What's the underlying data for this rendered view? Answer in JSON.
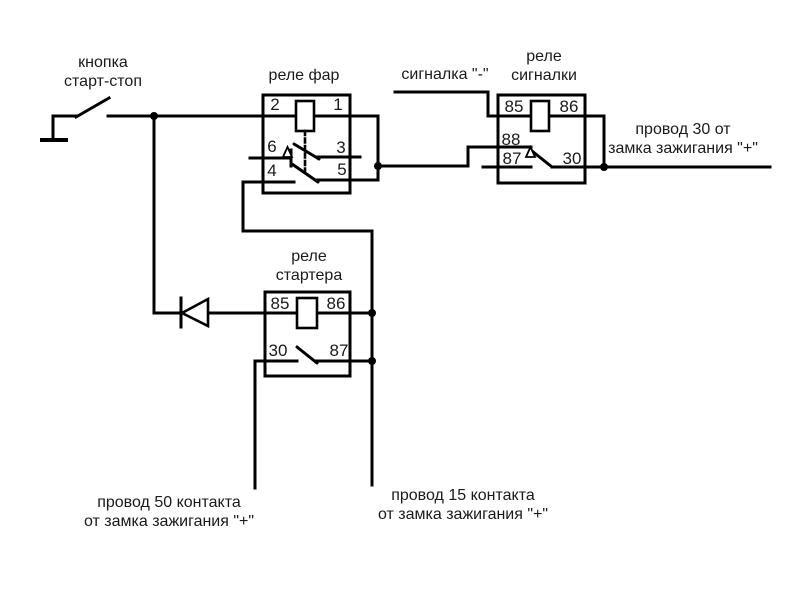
{
  "diagram": {
    "type": "relay-wiring-schematic",
    "background": "#ffffff",
    "wire_color": "#000000",
    "text_color": "#1a1a1a"
  },
  "button": {
    "label_line1": "кнопка",
    "label_line2": "старт-стоп"
  },
  "relay_far": {
    "title": "реле фар",
    "pin_2": "2",
    "pin_1": "1",
    "pin_6": "6",
    "pin_3": "3",
    "pin_4": "4",
    "pin_5": "5"
  },
  "relay_signalki": {
    "title_line1": "реле",
    "title_line2": "сигналки",
    "pin_85": "85",
    "pin_86": "86",
    "pin_88": "88",
    "pin_87": "87",
    "pin_30": "30"
  },
  "relay_startera": {
    "title_line1": "реле",
    "title_line2": "стартера",
    "pin_85": "85",
    "pin_86": "86",
    "pin_30": "30",
    "pin_87": "87"
  },
  "wires": {
    "signalka_label": "сигналка \"-\"",
    "wire30_line1": "провод 30 от",
    "wire30_line2": "замка зажигания \"+\"",
    "wire50_line1": "провод 50 контакта",
    "wire50_line2": "от замка зажигания \"+\"",
    "wire15_line1": "провод 15 контакта",
    "wire15_line2": "от замка зажигания \"+\""
  }
}
